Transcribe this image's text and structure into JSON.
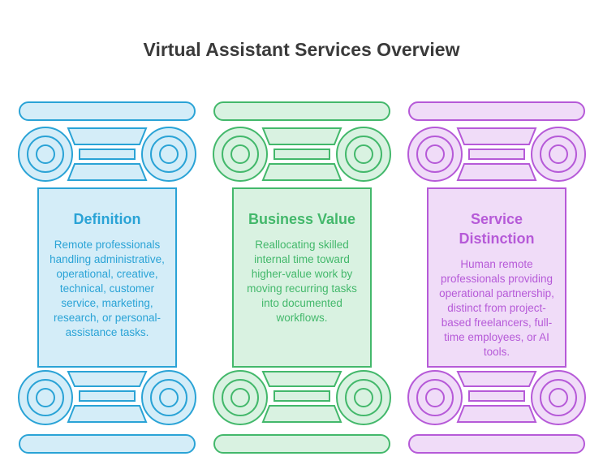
{
  "title": "Virtual Assistant Services Overview",
  "colors": {
    "blue": {
      "stroke": "#2aa3d6",
      "fill": "#d4edf8"
    },
    "green": {
      "stroke": "#43b86b",
      "fill": "#d9f2e1"
    },
    "purple": {
      "stroke": "#b65ad8",
      "fill": "#f0dcf8"
    }
  },
  "pillars": [
    {
      "heading": "Definition",
      "body": "Remote professionals handling administrative, operational, creative, technical, customer service, marketing, research, or personal-assistance tasks."
    },
    {
      "heading": "Business Value",
      "body": "Reallocating skilled internal time toward higher-value work by moving recurring tasks into documented workflows."
    },
    {
      "heading": "Service Distinction",
      "body": "Human remote professionals providing operational partnership, distinct from project-based freelancers, full-time employees, or AI tools."
    }
  ]
}
